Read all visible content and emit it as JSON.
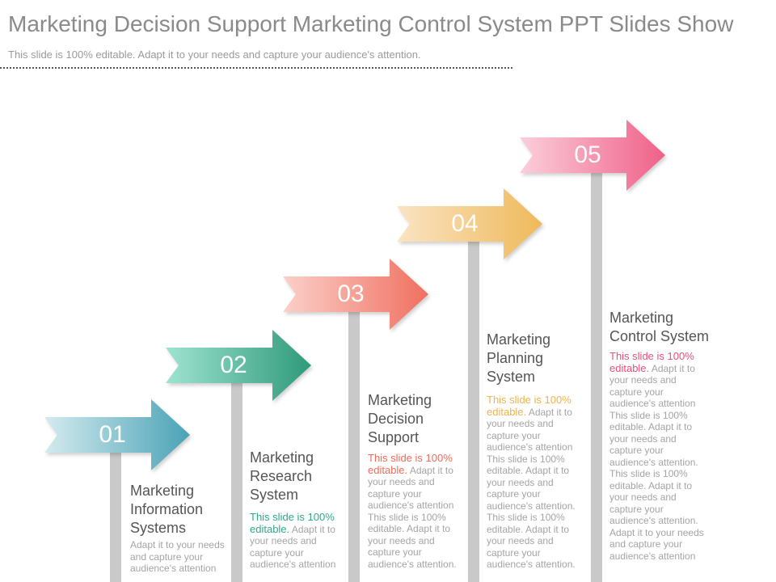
{
  "title": "Marketing Decision Support Marketing Control System  PPT Slides Show",
  "subtitle": "This slide is 100% editable.  Adapt it to your needs and capture your audience's attention.",
  "steps": [
    {
      "number": "01",
      "title_lines": [
        "Marketing",
        "Information",
        "Systems"
      ],
      "highlight": "",
      "body": "Adapt it to your needs and capture your audience's attention",
      "color_start": "#d4ebef",
      "color_end": "#4aa2b6",
      "highlight_color": "#4aa2b6"
    },
    {
      "number": "02",
      "title_lines": [
        "Marketing",
        "Research",
        "System"
      ],
      "highlight": "This slide is 100% editable.",
      "body": " Adapt it to your needs and capture your audience's attention",
      "color_start": "#9fe3d1",
      "color_end": "#2f9a7a",
      "highlight_color": "#2fa887"
    },
    {
      "number": "03",
      "title_lines": [
        "Marketing",
        "Decision",
        "Support"
      ],
      "highlight": "This slide is 100% editable.",
      "body": " Adapt it to your needs and capture your audience's attention This slide is 100% editable. Adapt it to your needs and capture your audience's attention.",
      "color_start": "#fbd0c9",
      "color_end": "#f07060",
      "highlight_color": "#f06a58"
    },
    {
      "number": "04",
      "title_lines": [
        "Marketing",
        "Planning",
        "System"
      ],
      "highlight": "This slide is 100% editable.",
      "body": " Adapt it to your needs and capture your audience's attention This slide is 100% editable. Adapt it to your needs and capture your audience's attention. This slide is 100% editable. Adapt it to your needs and capture your audience's attention.",
      "color_start": "#fae4c3",
      "color_end": "#efb95a",
      "highlight_color": "#f0b24e"
    },
    {
      "number": "05",
      "title_lines": [
        "Marketing",
        "Control System"
      ],
      "highlight": "This slide is 100% editable.",
      "body": " Adapt it to your needs and capture your audience's attention This slide is 100% editable. Adapt it to your needs and capture your audience's attention. This slide is 100% editable. Adapt it to your needs and capture your audience's attention. Adapt it to your needs and capture your audience's attention",
      "color_start": "#fbcfdb",
      "color_end": "#f06088",
      "highlight_color": "#e8507a"
    }
  ]
}
